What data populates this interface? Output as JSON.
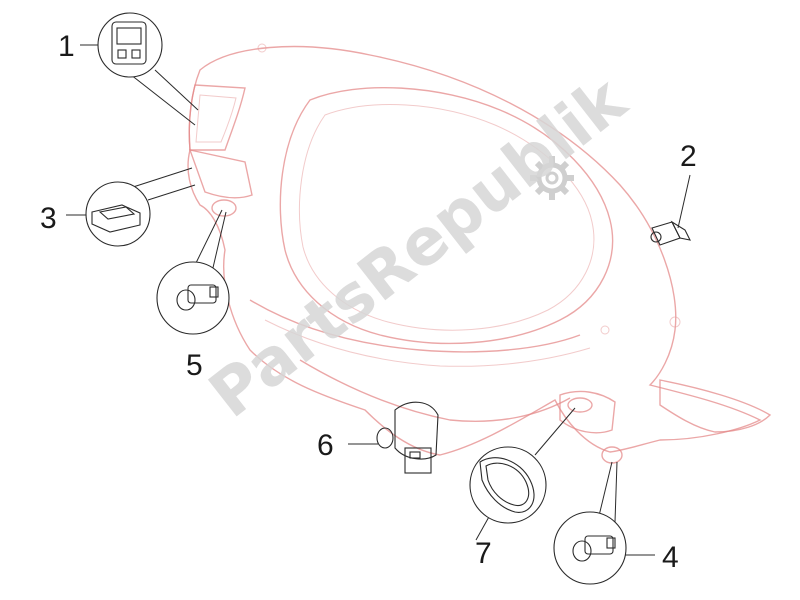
{
  "watermark": {
    "text": "PartsRepublik",
    "icon": "gear-icon"
  },
  "callouts": [
    {
      "number": "1",
      "part": "display-switch"
    },
    {
      "number": "2",
      "part": "bulb"
    },
    {
      "number": "3",
      "part": "rocker-switch"
    },
    {
      "number": "4",
      "part": "push-button-right"
    },
    {
      "number": "5",
      "part": "push-button-left"
    },
    {
      "number": "6",
      "part": "ignition-switch"
    },
    {
      "number": "7",
      "part": "lens-cover"
    }
  ],
  "colors": {
    "body_outline": "#e48a8a",
    "parts": "#2b2b2b",
    "watermark": "#d6d6d6"
  }
}
